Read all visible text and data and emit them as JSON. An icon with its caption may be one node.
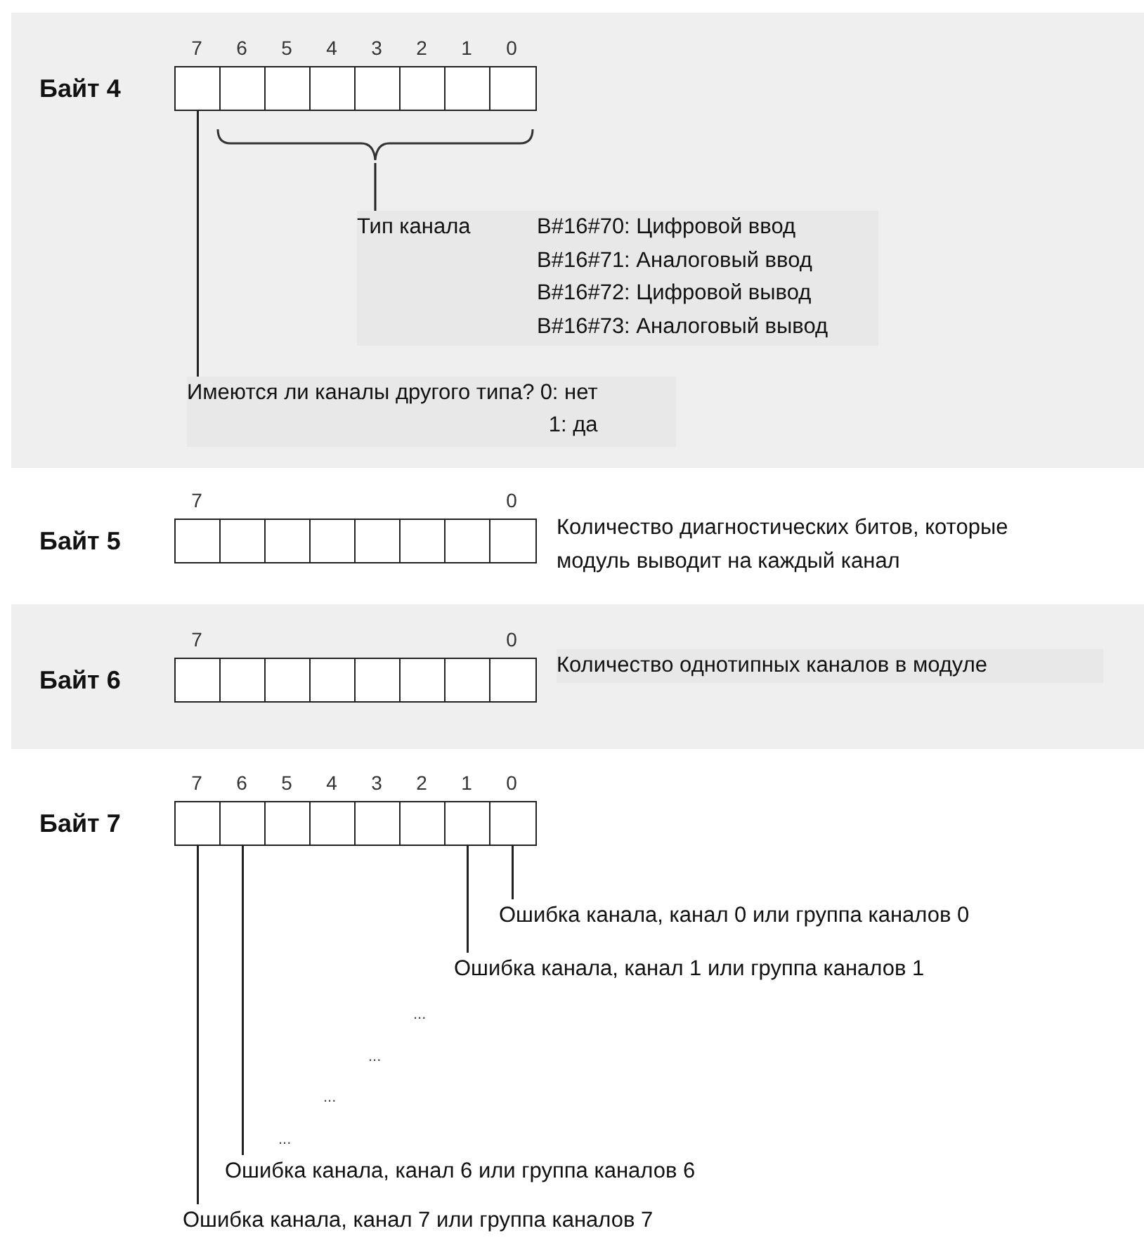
{
  "diagram": {
    "nodes": [
      {
        "text": [
          "Байт 4"
        ]
      },
      {
        "text": [],
        "shape": "box",
        "in": 0
      },
      {
        "text": [],
        "shape": "box",
        "in": 0
      },
      {
        "text": [],
        "shape": "box",
        "in": 0
      },
      {
        "text": [],
        "shape": "box",
        "in": 0
      },
      {
        "text": [],
        "shape": "box",
        "in": 0
      },
      {
        "text": [],
        "shape": "box",
        "in": 0
      },
      {
        "text": [],
        "shape": "box",
        "in": 0
      },
      {
        "text": [],
        "shape": "box",
        "in": 0
      },
      {
        "text": [],
        "shape": "brace"
      },
      {
        "text": [
          "Тип канала",
          "B#16#70: Цифровой ввод",
          "B#16#71: Аналоговый ввод",
          "B#16#72: Цифровой вывод",
          "B#16#73: Аналоговый вывод"
        ]
      },
      {
        "text": [
          "Имеются ли каналы другого типа?",
          "0: нет",
          "1: да"
        ]
      },
      {
        "text": [
          "Байт 5"
        ],
        "beside": [
          "Количество диагностических битов, которые модуль выводит на каждый канал"
        ]
      },
      {
        "text": [],
        "shape": "box",
        "in": 12
      },
      {
        "text": [],
        "shape": "box",
        "in": 12
      },
      {
        "text": [],
        "shape": "box",
        "in": 12
      },
      {
        "text": [],
        "shape": "box",
        "in": 12
      },
      {
        "text": [],
        "shape": "box",
        "in": 12
      },
      {
        "text": [],
        "shape": "box",
        "in": 12
      },
      {
        "text": [],
        "shape": "box",
        "in": 12
      },
      {
        "text": [],
        "shape": "box",
        "in": 12
      },
      {
        "text": [
          "Байт 6"
        ],
        "beside": [
          "Количество однотипных каналов в модуле"
        ]
      },
      {
        "text": [],
        "shape": "box",
        "in": 21
      },
      {
        "text": [],
        "shape": "box",
        "in": 21
      },
      {
        "text": [],
        "shape": "box",
        "in": 21
      },
      {
        "text": [],
        "shape": "box",
        "in": 21
      },
      {
        "text": [],
        "shape": "box",
        "in": 21
      },
      {
        "text": [],
        "shape": "box",
        "in": 21
      },
      {
        "text": [],
        "shape": "box",
        "in": 21
      },
      {
        "text": [],
        "shape": "box",
        "in": 21
      },
      {
        "text": [
          "Байт 7"
        ]
      },
      {
        "text": [],
        "shape": "box",
        "in": 30
      },
      {
        "text": [],
        "shape": "box",
        "in": 30
      },
      {
        "text": [],
        "shape": "box",
        "in": 30
      },
      {
        "text": [],
        "shape": "box",
        "in": 30
      },
      {
        "text": [],
        "shape": "box",
        "in": 30
      },
      {
        "text": [],
        "shape": "box",
        "in": 30
      },
      {
        "text": [],
        "shape": "box",
        "in": 30
      },
      {
        "text": [],
        "shape": "box",
        "in": 30
      },
      {
        "text": [
          "Ошибка канала, канал 0 или группа каналов 0"
        ]
      },
      {
        "text": [
          "Ошибка канала, канал 1 или группа каналов 1"
        ]
      },
      {
        "text": [
          "Ошибка канала, канал 6 или группа каналов 6"
        ]
      },
      {
        "text": [
          "Ошибка канала, канал 7 или группа каналов 7"
        ]
      }
    ],
    "edges": [
      {
        "from": 10,
        "to": 9,
        "arrow": "none"
      },
      {
        "from": 11,
        "to": 1,
        "arrow": "none"
      },
      {
        "from": 39,
        "to": 38,
        "arrow": "none"
      },
      {
        "from": 40,
        "to": 37,
        "arrow": "none"
      },
      {
        "from": 41,
        "to": 32,
        "arrow": "none"
      },
      {
        "from": 42,
        "to": 31,
        "arrow": "none"
      }
    ],
    "labels": [
      "7",
      "6",
      "5",
      "4",
      "3",
      "2",
      "1",
      "0",
      "7",
      "0",
      "7",
      "0",
      "7",
      "6",
      "5",
      "4",
      "3",
      "2",
      "1",
      "0",
      "...",
      "...",
      "...",
      "..."
    ]
  }
}
